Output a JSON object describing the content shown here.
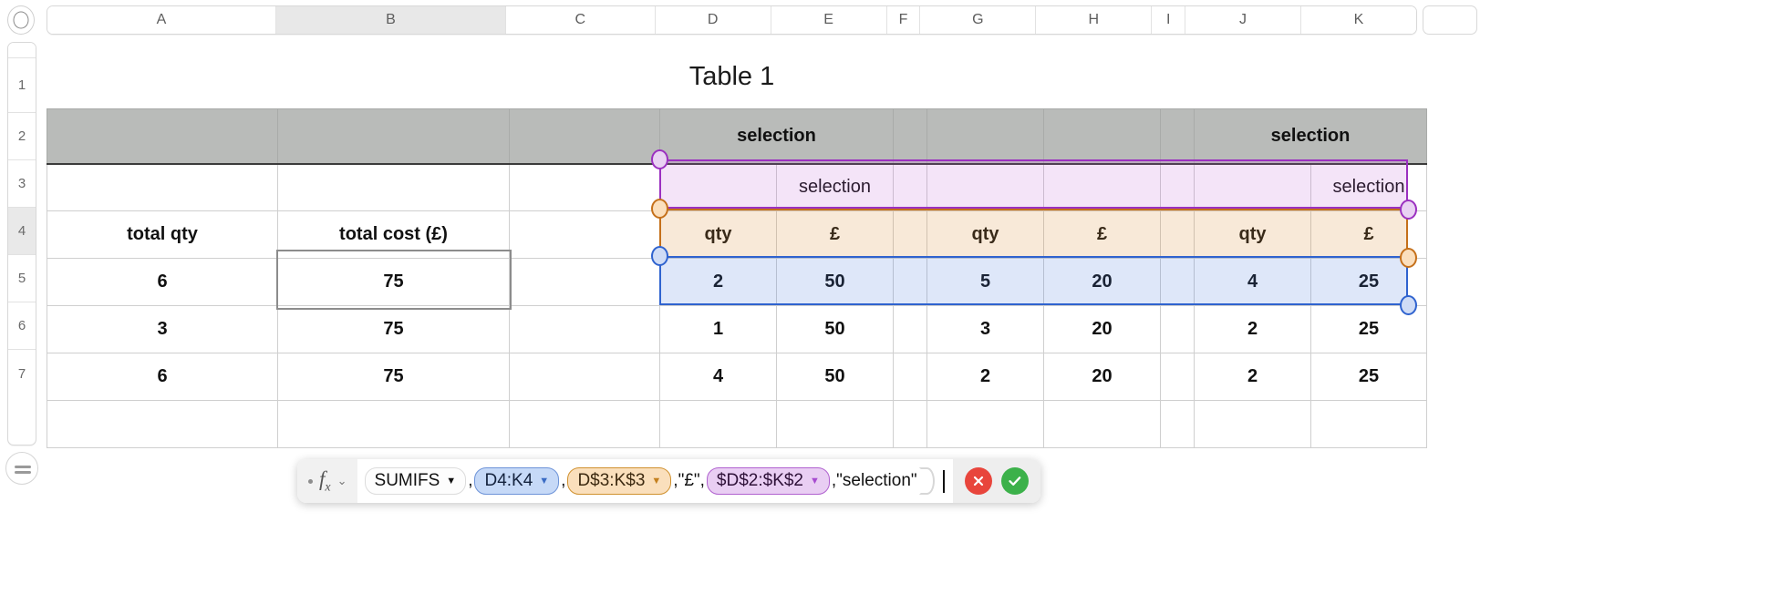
{
  "app": {
    "table_title": "Table 1"
  },
  "grid": {
    "columns": [
      "A",
      "B",
      "C",
      "D",
      "E",
      "F",
      "G",
      "H",
      "I",
      "J",
      "K"
    ],
    "selected_column": "B",
    "rows": [
      "1",
      "2",
      "3",
      "4",
      "5",
      "6",
      "7"
    ],
    "selected_row": "4"
  },
  "icons": {
    "top_left": "record-circle-icon",
    "bottom_left": "equals-circle-icon",
    "function": "fx-icon",
    "chevron": "chevron-down-icon",
    "cancel": "close-icon",
    "confirm": "checkmark-icon"
  },
  "sheet": {
    "row1": [
      "",
      "",
      "",
      "selection",
      "",
      "",
      "",
      "",
      "",
      "selection",
      ""
    ],
    "row2": [
      "",
      "",
      "",
      "",
      "selection",
      "",
      "",
      "",
      "",
      "",
      "selection"
    ],
    "row3": [
      "total qty",
      "total cost (£)",
      "",
      "qty",
      "£",
      "",
      "qty",
      "£",
      "",
      "qty",
      "£"
    ],
    "row4": [
      "6",
      "75",
      "",
      "2",
      "50",
      "",
      "5",
      "20",
      "",
      "4",
      "25"
    ],
    "row5": [
      "3",
      "75",
      "",
      "1",
      "50",
      "",
      "3",
      "20",
      "",
      "2",
      "25"
    ],
    "row6": [
      "6",
      "75",
      "",
      "4",
      "50",
      "",
      "2",
      "20",
      "",
      "2",
      "25"
    ],
    "row7": [
      "",
      "",
      "",
      "",
      "",
      "",
      "",
      "",
      "",
      "",
      ""
    ],
    "selected_cell": "B4"
  },
  "formula": {
    "function_name": "SUMIFS",
    "tokens": [
      {
        "kind": "function",
        "text": "SUMIFS"
      },
      {
        "kind": "literal",
        "text": ","
      },
      {
        "kind": "range-blue",
        "text": "D4:K4"
      },
      {
        "kind": "literal",
        "text": ","
      },
      {
        "kind": "range-orange",
        "text": "D$3:K$3"
      },
      {
        "kind": "literal",
        "text": ",\"£\","
      },
      {
        "kind": "range-purple",
        "text": "$D$2:$K$2"
      },
      {
        "kind": "literal",
        "text": ",\"selection\""
      },
      {
        "kind": "close-paren",
        "text": ")"
      }
    ],
    "text_blue": "D4:K4",
    "text_orange": "D$3:K$3",
    "text_purple": "$D$2:$K$2",
    "sep1": ",",
    "sep2": ",",
    "sep3": ",\"£\",",
    "sep4": ",\"selection\"",
    "dropdown_glyph": "▼",
    "cancel_label": "✕",
    "confirm_label": "✓"
  },
  "colors": {
    "range_blue": "#2f63cf",
    "range_orange": "#c5701a",
    "range_purple": "#9b30c0",
    "header_gray": "#b9bbb9",
    "cancel_red": "#e8453c",
    "confirm_green": "#3cb14a"
  }
}
